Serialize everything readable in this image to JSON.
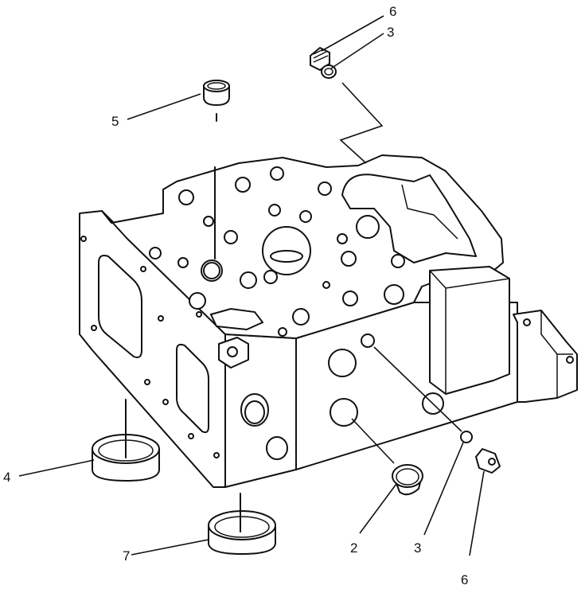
{
  "callouts": {
    "c6_top": "6",
    "c3_top": "3",
    "c5": "5",
    "c4": "4",
    "c7": "7",
    "c2": "2",
    "c3_bottom": "3",
    "c6_bottom": "6"
  }
}
